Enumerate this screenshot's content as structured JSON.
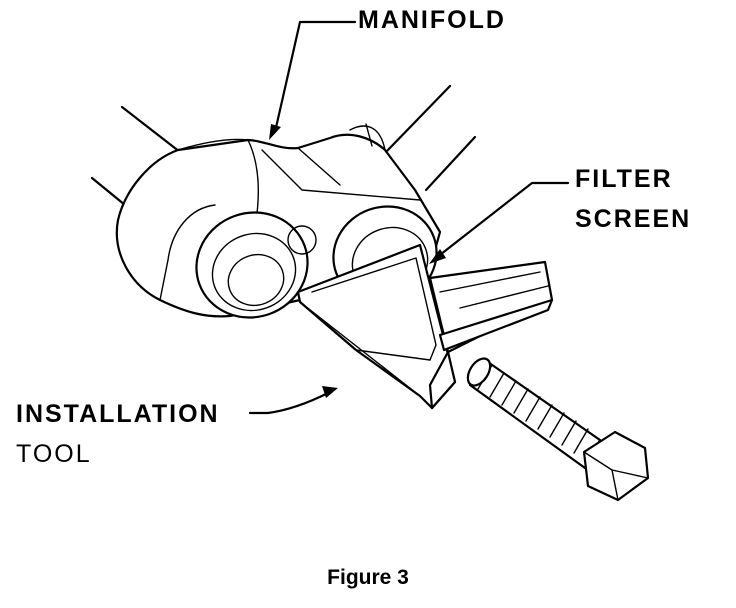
{
  "labels": {
    "manifold": "MANIFOLD",
    "filter_line1": "FILTER",
    "filter_line2": "SCREEN",
    "install_line1": "INSTALLATION",
    "install_line2": "TOOL"
  },
  "caption": "Figure 3",
  "colors": {
    "ink": "#000000",
    "background": "#ffffff"
  }
}
